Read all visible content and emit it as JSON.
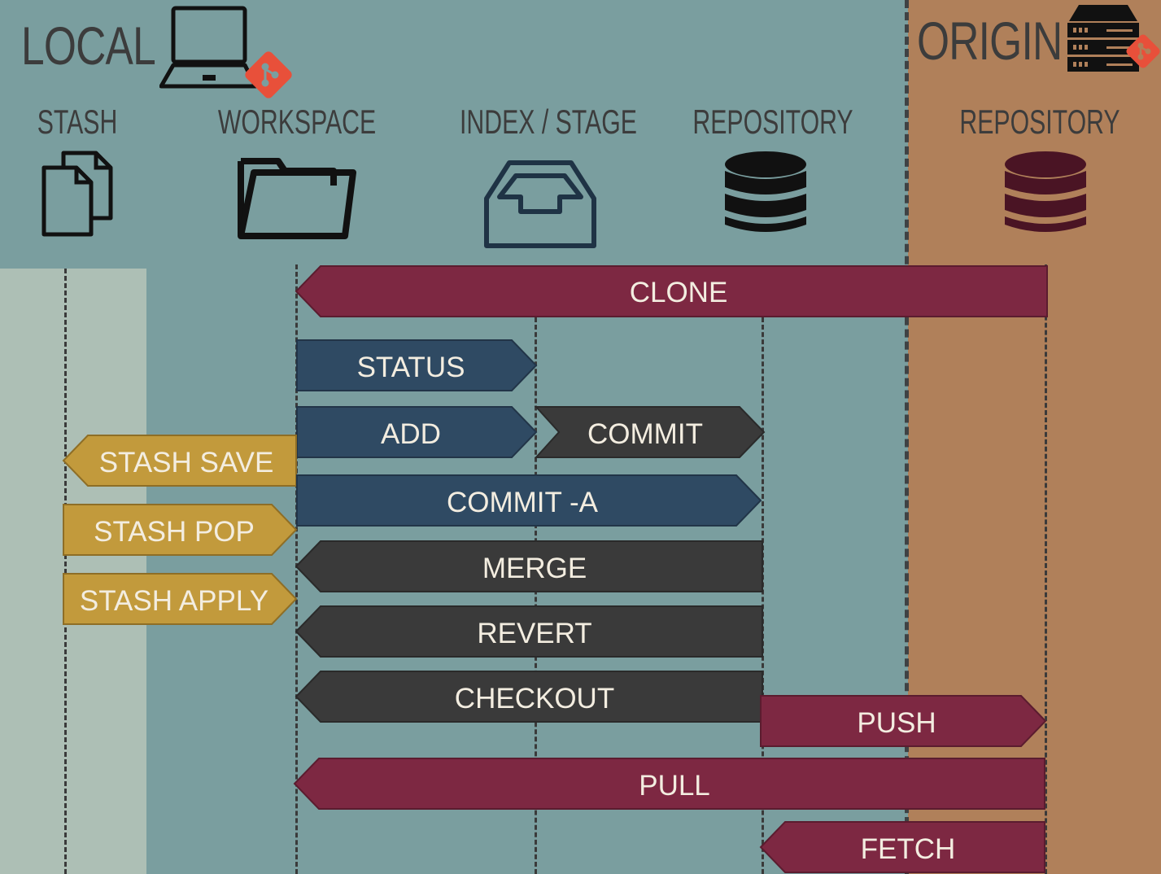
{
  "headings": {
    "local": "LOCAL",
    "origin": "ORIGIN"
  },
  "columns": {
    "stash": "STASH",
    "workspace": "WORKSPACE",
    "index": "INDEX / STAGE",
    "repository": "REPOSITORY",
    "origin_repository": "REPOSITORY"
  },
  "colors": {
    "background": "#7a9e9f",
    "stash_zone": "#adbfb5",
    "origin_zone": "#b0805a",
    "crimson": "#7d2842",
    "navy": "#2f4a63",
    "charcoal": "#3a3a3a",
    "gold": "#c29a3c",
    "git_red": "#e8503a",
    "origin_db": "#4a1424"
  },
  "icons": [
    "laptop-icon",
    "git-logo-icon",
    "server-icon",
    "documents-icon",
    "folder-icon",
    "inbox-tray-icon",
    "database-icon",
    "origin-database-icon"
  ],
  "commands": [
    {
      "id": "clone",
      "label": "CLONE",
      "color": "crimson"
    },
    {
      "id": "status",
      "label": "STATUS",
      "color": "navy"
    },
    {
      "id": "add",
      "label": "ADD",
      "color": "navy"
    },
    {
      "id": "commit",
      "label": "COMMIT",
      "color": "charcoal"
    },
    {
      "id": "stash_save",
      "label": "STASH SAVE",
      "color": "gold"
    },
    {
      "id": "commit_a",
      "label": "COMMIT -A",
      "color": "navy"
    },
    {
      "id": "stash_pop",
      "label": "STASH POP",
      "color": "gold"
    },
    {
      "id": "merge",
      "label": "MERGE",
      "color": "charcoal"
    },
    {
      "id": "stash_apply",
      "label": "STASH APPLY",
      "color": "gold"
    },
    {
      "id": "revert",
      "label": "REVERT",
      "color": "charcoal"
    },
    {
      "id": "checkout",
      "label": "CHECKOUT",
      "color": "charcoal"
    },
    {
      "id": "push",
      "label": "PUSH",
      "color": "crimson"
    },
    {
      "id": "pull",
      "label": "PULL",
      "color": "crimson"
    },
    {
      "id": "fetch",
      "label": "FETCH",
      "color": "crimson"
    }
  ]
}
